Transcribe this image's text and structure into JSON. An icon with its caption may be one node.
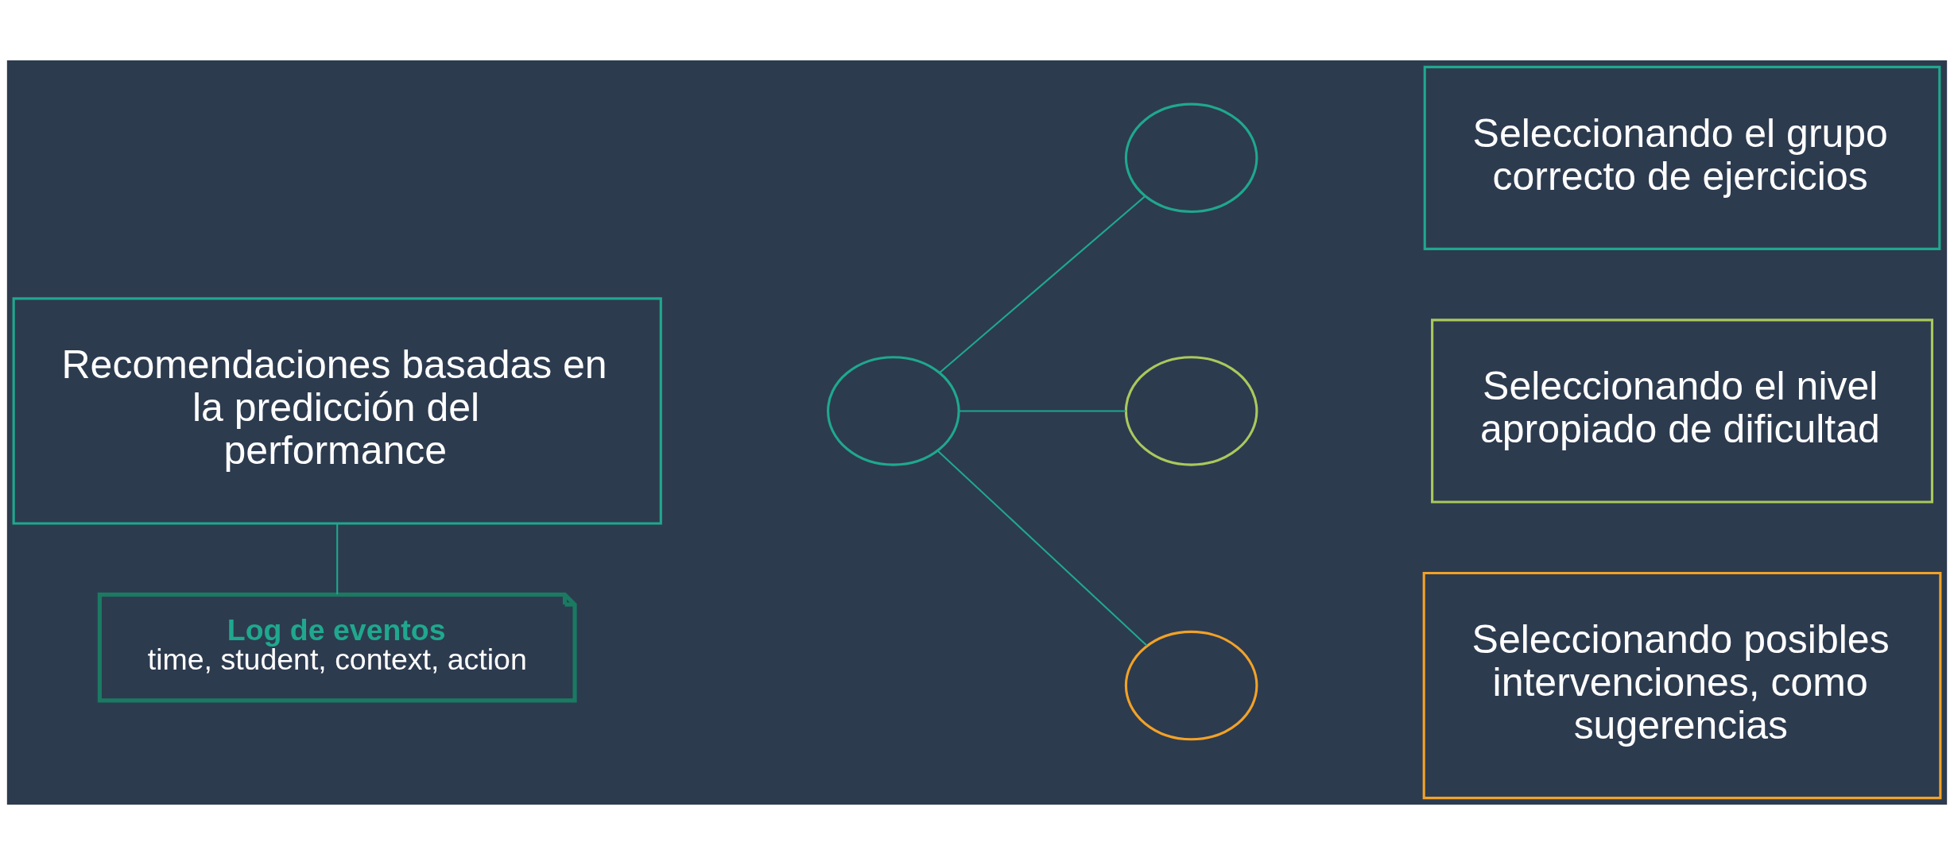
{
  "diagram": {
    "nodes": [
      {
        "text": [
          "Recomendaciones basadas en la predicción del performance"
        ]
      },
      {
        "text": [],
        "shape": "circle"
      },
      {
        "text": [],
        "shape": "circle"
      },
      {
        "text": [],
        "shape": "circle"
      },
      {
        "text": [],
        "shape": "circle"
      },
      {
        "text": [
          "Seleccionando el grupo correcto de ejercicios"
        ]
      },
      {
        "text": [
          "Seleccionando el nivel apropiado de dificultad"
        ]
      },
      {
        "text": [
          "Seleccionando posibles intervenciones, como sugerencias"
        ]
      },
      {
        "text": [
          "Log de eventos",
          "time, student, context, action"
        ]
      }
    ],
    "edges": [
      {
        "from": 1,
        "to": 2,
        "arrow": "none"
      },
      {
        "from": 1,
        "to": 3,
        "arrow": "none"
      },
      {
        "from": 1,
        "to": 4,
        "arrow": "none"
      },
      {
        "from": 0,
        "to": 8,
        "arrow": "none"
      }
    ]
  }
}
